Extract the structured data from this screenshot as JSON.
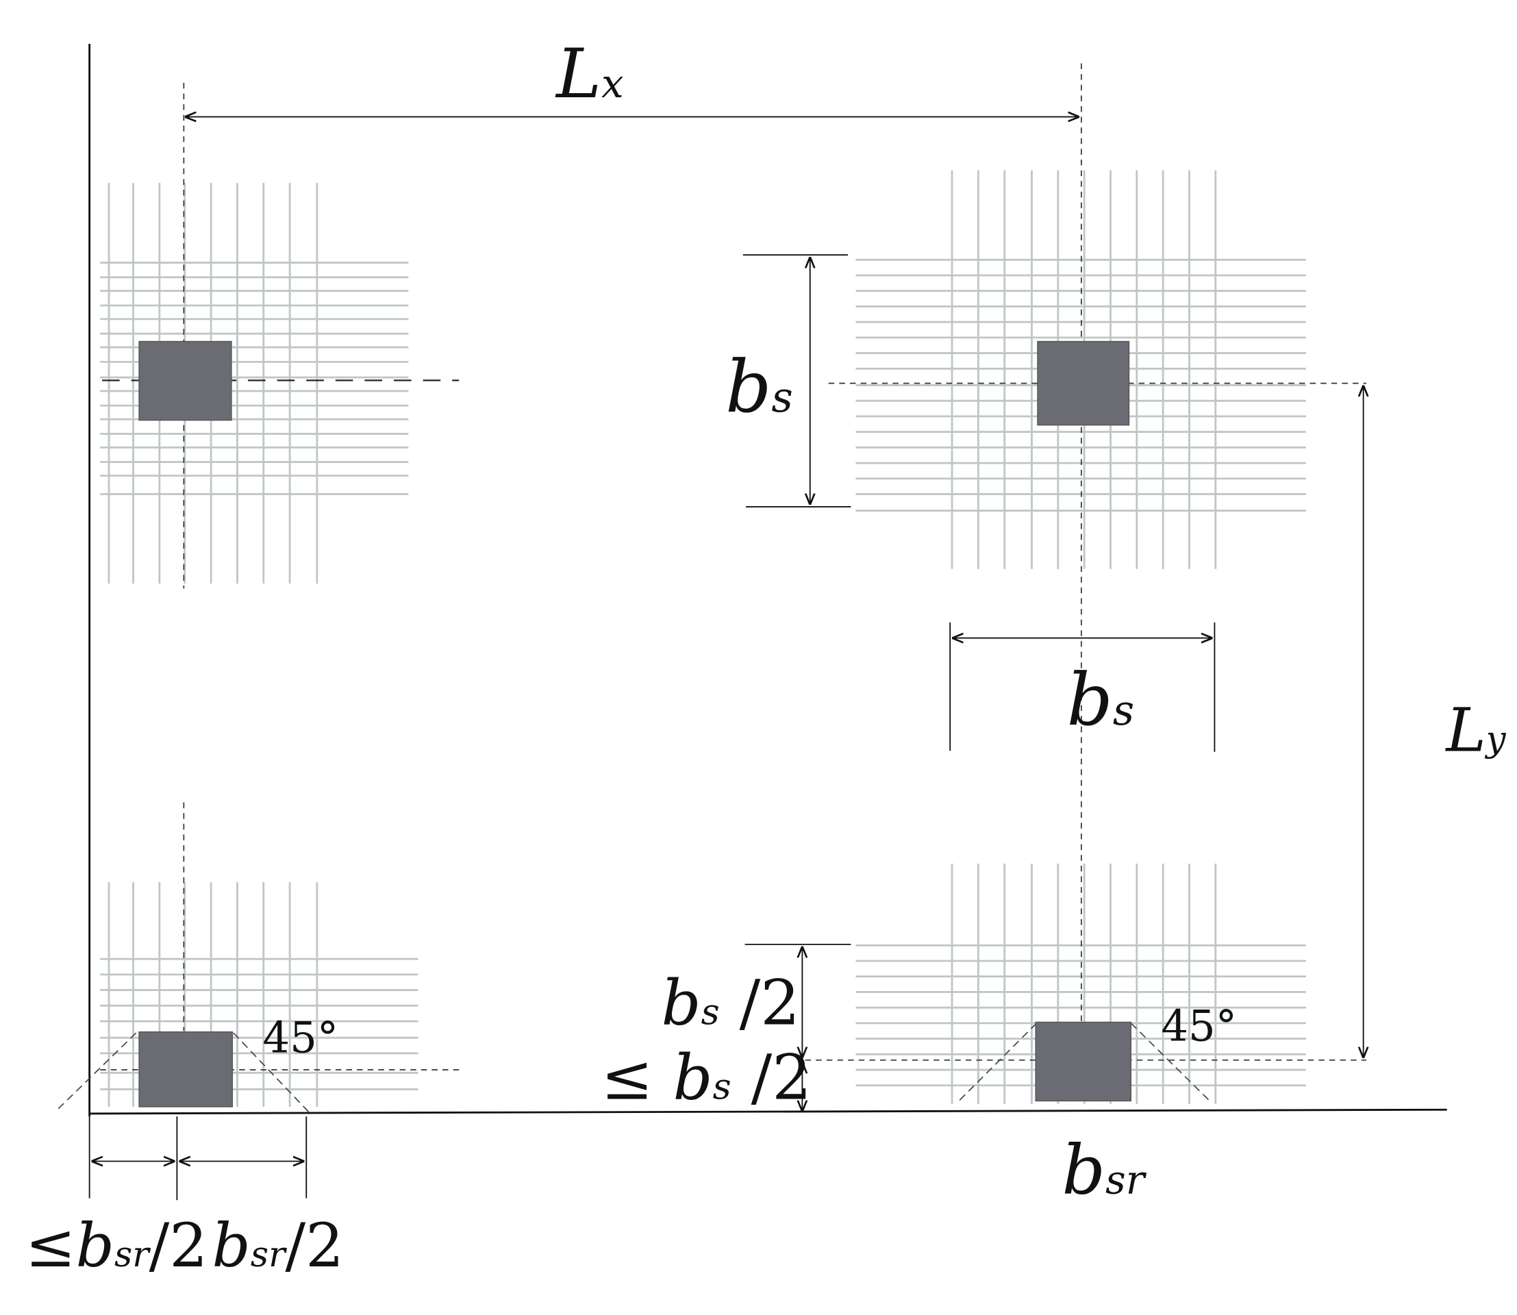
{
  "labels": {
    "lx": {
      "main": "L",
      "sub": "x"
    },
    "ly": {
      "main": "L",
      "sub": "y"
    },
    "bs_vertical": {
      "main": "b",
      "sub": "s"
    },
    "bs_horizontal": {
      "main": "b",
      "sub": "s"
    },
    "bs_half": {
      "main": "b",
      "sub": "s",
      "tail": " /2"
    },
    "le_bs_half": {
      "lead": "≤ ",
      "main": "b",
      "sub": "s",
      "tail": " /2"
    },
    "bsr": {
      "main": "b",
      "sub": "sr"
    },
    "le_bsr_half": {
      "lead": "≤",
      "main": "b",
      "sub": "sr",
      "tail": "/2"
    },
    "bsr_half": {
      "main": "b",
      "sub": "sr",
      "tail": "/2"
    },
    "angle_left": "45°",
    "angle_right": "45°"
  },
  "colors": {
    "column": "#6b6b73",
    "mesh": "#bfc7c6",
    "line": "#111111"
  }
}
